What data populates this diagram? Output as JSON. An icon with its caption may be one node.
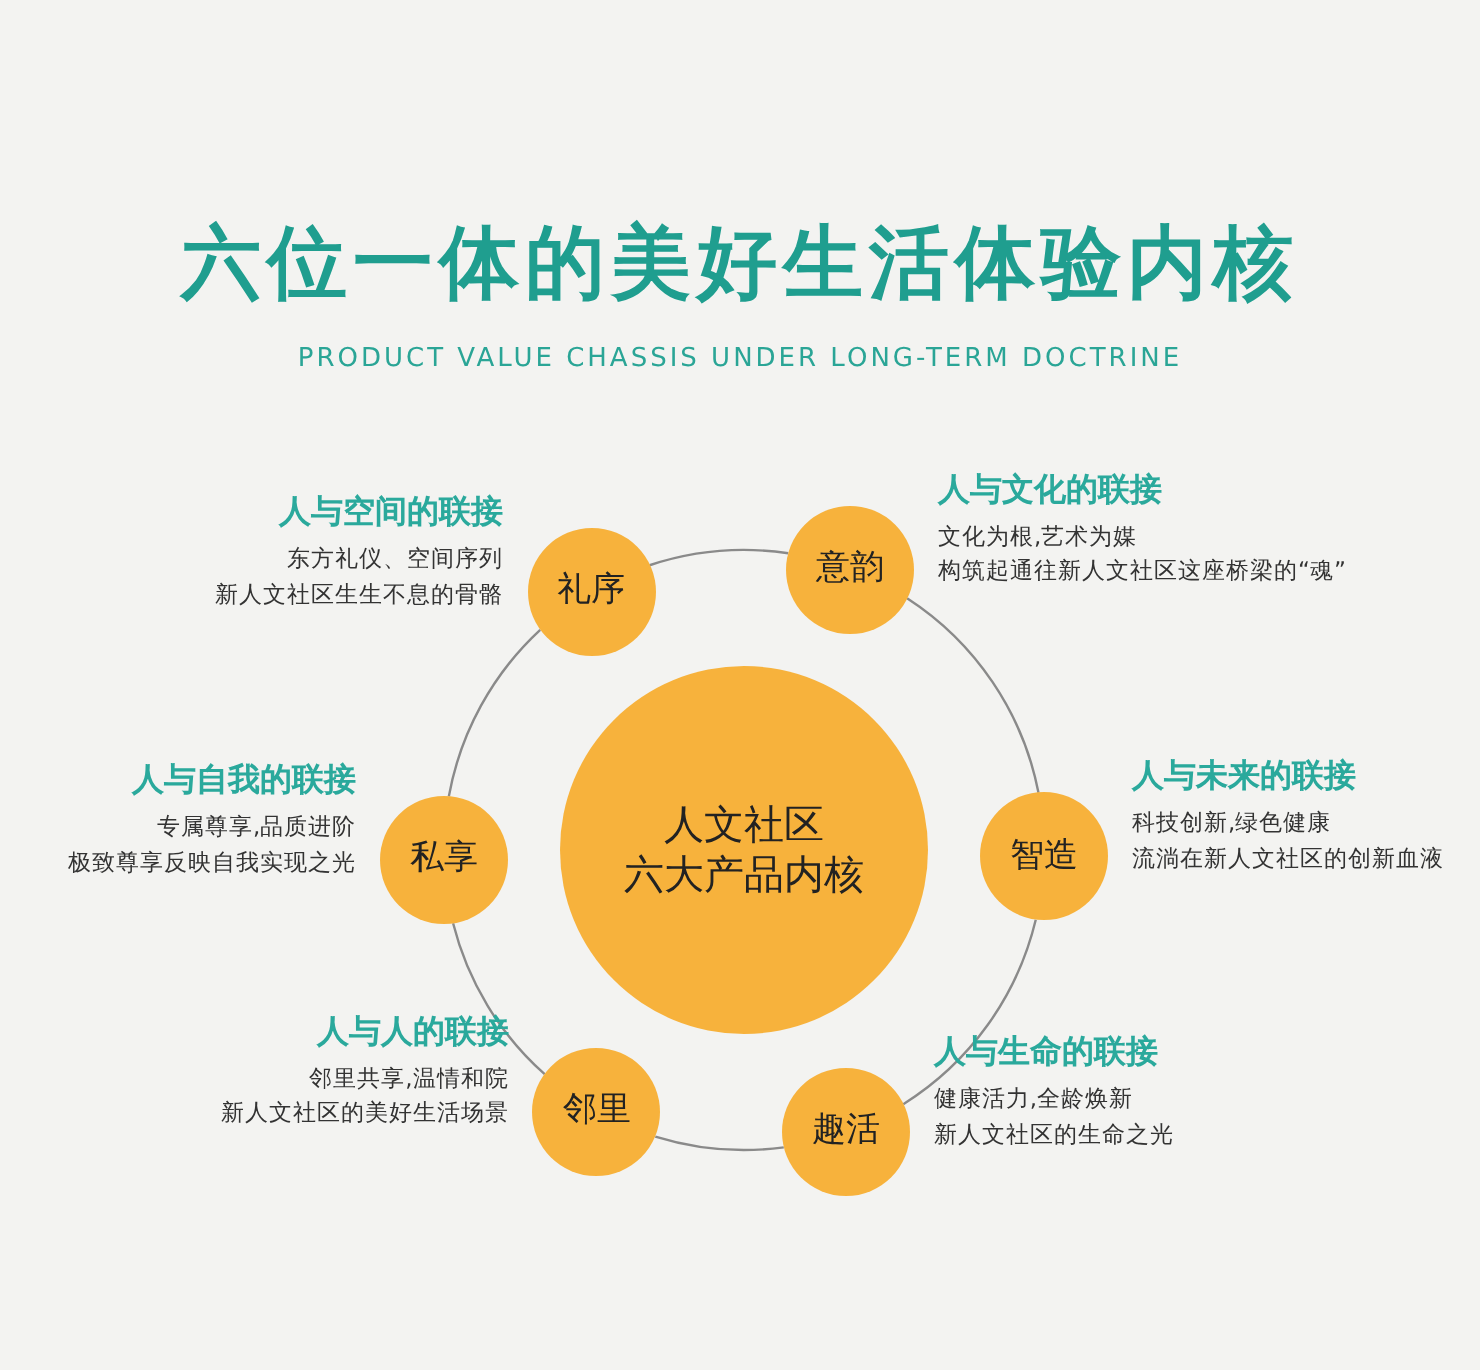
{
  "diagram": {
    "title": "六位一体的美好生活体验内核",
    "caption": "PRODUCT VALUE CHASSIS UNDER LONG-TERM DOCTRINE",
    "nodes": [
      {
        "text": [
          "人文社区",
          "六大产品内核"
        ]
      },
      {
        "text": [
          "礼序"
        ],
        "beside": [
          "人与空间的联接",
          "东方礼仪、空间序列",
          "新人文社区生生不息的骨骼"
        ]
      },
      {
        "text": [
          "意韵"
        ],
        "beside": [
          "人与文化的联接",
          "文化为根,艺术为媒",
          "构筑起通往新人文社区这座桥梁的“魂”"
        ]
      },
      {
        "text": [
          "私享"
        ],
        "beside": [
          "人与自我的联接",
          "专属尊享,品质进阶",
          "极致尊享反映自我实现之光"
        ]
      },
      {
        "text": [
          "智造"
        ],
        "beside": [
          "人与未来的联接",
          "科技创新,绿色健康",
          "流淌在新人文社区的创新血液"
        ]
      },
      {
        "text": [
          "邻里"
        ],
        "beside": [
          "人与人的联接",
          "邻里共享,温情和院",
          "新人文社区的美好生活场景"
        ]
      },
      {
        "text": [
          "趣活"
        ],
        "beside": [
          "人与生命的联接",
          "健康活力,全龄焕新",
          "新人文社区的生命之光"
        ]
      }
    ],
    "edges": [
      {
        "from": 1,
        "to": 2,
        "arrow": "none"
      },
      {
        "from": 2,
        "to": 4,
        "arrow": "none"
      },
      {
        "from": 4,
        "to": 6,
        "arrow": "none"
      },
      {
        "from": 6,
        "to": 5,
        "arrow": "none"
      },
      {
        "from": 5,
        "to": 3,
        "arrow": "none"
      },
      {
        "from": 3,
        "to": 1,
        "arrow": "none"
      }
    ]
  }
}
